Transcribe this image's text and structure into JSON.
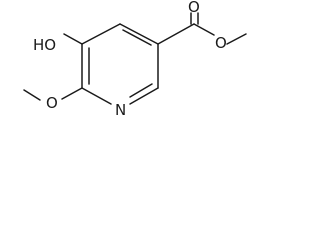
{
  "molecule": {
    "atoms": {
      "hydroxyl": "HO",
      "ring_nitrogen": "N",
      "methoxy_oxygen": "O",
      "carbonyl_oxygen": "O",
      "ester_oxygen": "O"
    }
  }
}
